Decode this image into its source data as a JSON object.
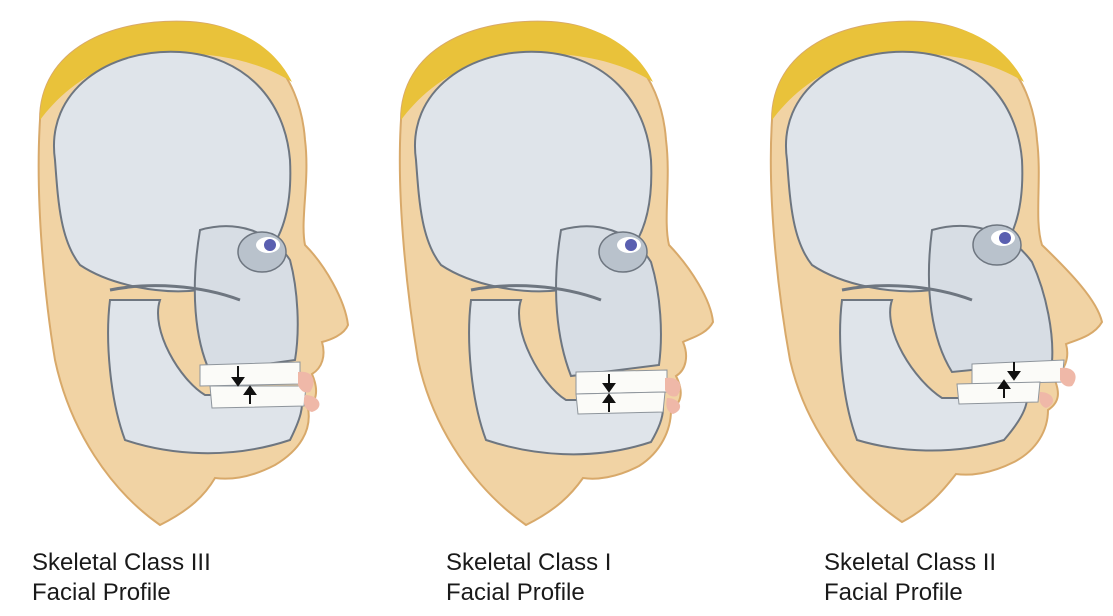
{
  "figure": {
    "panels": [
      {
        "line1": "Skeletal Class III",
        "line2": "Facial Profile"
      },
      {
        "line1": "Skeletal Class I",
        "line2": "Facial Profile"
      },
      {
        "line1": "Skeletal Class II",
        "line2": "Facial Profile"
      }
    ]
  },
  "colors": {
    "hair": "#e9c23a",
    "skin": "#f1d3a4",
    "skin_edge": "#d8a96a",
    "bone": "#dfe4ea",
    "bone_shade": "#b9c2cc",
    "bone_outline": "#6e7680",
    "teeth": "#fbfbf8",
    "lip": "#efb8a8",
    "iris": "#5a5fb0"
  }
}
